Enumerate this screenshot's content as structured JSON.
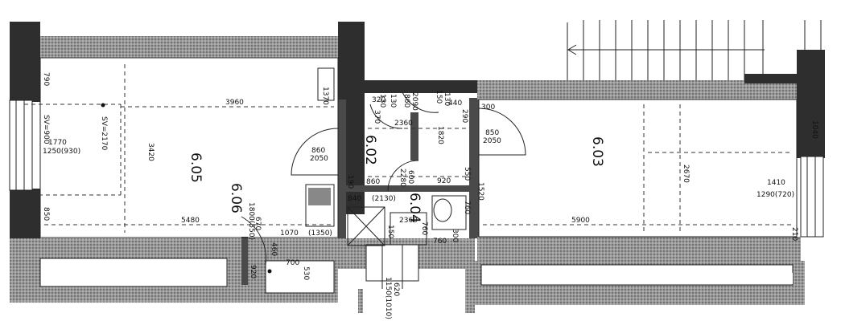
{
  "rooms": {
    "r605": "6.05",
    "r606": "6.06",
    "r602": "6.02",
    "r604": "6.04",
    "r603": "6.03"
  },
  "dims": {
    "d3960": "3960",
    "d1370": "1370",
    "d790": "790",
    "d850l": "850",
    "sv900": "SV=900",
    "sv2170": "SV=2170",
    "d1770": "1770",
    "d1250": "1250(930)",
    "d3420": "3420",
    "d5480": "5480",
    "d1070": "1070",
    "d1350": "(1350)",
    "d670": "670",
    "d1800": "1800(550)",
    "d460": "460",
    "d700": "700",
    "d920": "920",
    "d530": "530",
    "d320": "320",
    "d130a": "130",
    "d130b": "130",
    "d370": "370",
    "d860top": "860",
    "d2090": "2090",
    "d2360a": "2360",
    "d150": "150",
    "d440": "440",
    "d130c": "130",
    "d290": "290",
    "d300": "300",
    "d860door": "860",
    "d2050a": "2050",
    "d1820": "1820",
    "d850r": "850",
    "d2050b": "2050",
    "d190": "190",
    "d860b": "860",
    "d600": "600",
    "d2280": "2280",
    "d920b": "920",
    "d550": "550",
    "d1520": "1520",
    "d840": "840",
    "d2130": "(2130)",
    "d2360b": "2360",
    "d760a": "760",
    "d150b": "150",
    "d760b": "760",
    "d300b": "300",
    "d760c": "760",
    "d1040": "1040",
    "d2670": "2670",
    "d1410": "1410",
    "d1290": "1290(720)",
    "d5900": "5900",
    "d210": "210",
    "d620": "620",
    "d1150": "1150(1010)"
  }
}
